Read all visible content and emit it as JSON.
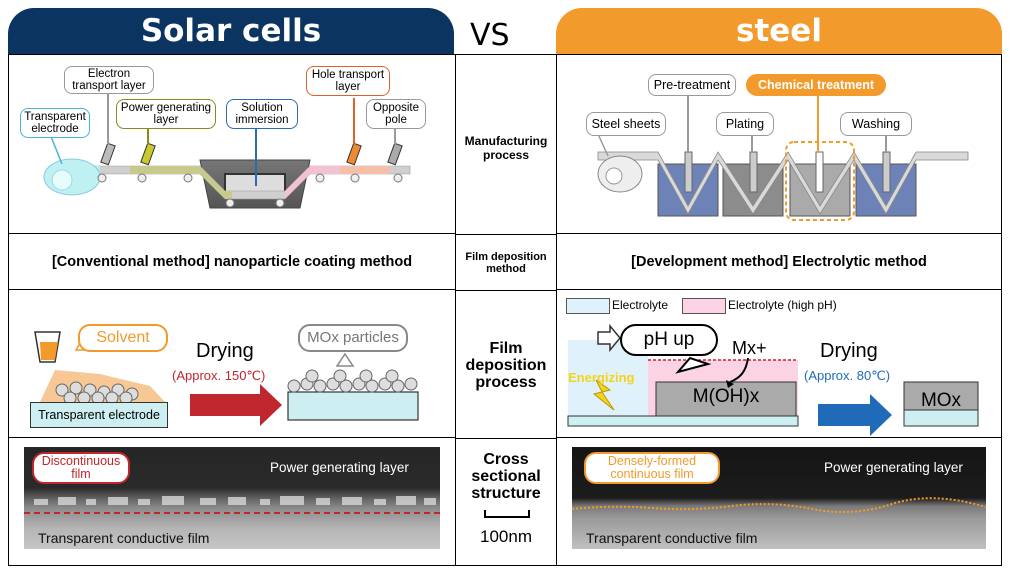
{
  "header": {
    "left_title": "Solar cells",
    "vs": "VS",
    "right_title": "steel",
    "left_color": "#0b3560",
    "right_color": "#f39a2c"
  },
  "rows": {
    "manufacturing": "Manufacturing process",
    "film_method": "Film deposition method",
    "film_process": "Film deposition process",
    "cross_section": "Cross sectional structure",
    "scale": "100nm"
  },
  "solar_manufacturing": {
    "transparent_electrode": "Transparent electrode",
    "electron_transport": "Electron transport layer",
    "power_generating": "Power generating layer",
    "solution_immersion": "Solution immersion",
    "hole_transport": "Hole transport layer",
    "opposite_pole": "Opposite pole"
  },
  "steel_manufacturing": {
    "steel_sheets": "Steel sheets",
    "pre_treatment": "Pre-treatment",
    "chemical_treatment": "Chemical treatment",
    "plating": "Plating",
    "washing": "Washing"
  },
  "methods": {
    "conventional": "[Conventional method] nanoparticle coating method",
    "development": "[Development method] Electrolytic method"
  },
  "solar_process": {
    "solvent": "Solvent",
    "drying": "Drying",
    "drying_temp": "(Approx. 150℃)",
    "particles": "MOx particles",
    "electrode": "Transparent electrode"
  },
  "steel_process": {
    "legend_electrolyte": "Electrolyte",
    "legend_electrolyte_high_ph": "Electrolyte (high pH)",
    "ph_up": "pH up",
    "mx": "Mx+",
    "energizing": "Energizing",
    "moh": "M(OH)x",
    "drying": "Drying",
    "drying_temp": "(Approx. 80℃)",
    "mox": "MOx"
  },
  "cross_section": {
    "left_callout": "Discontinuous film",
    "left_top": "Power generating layer",
    "left_bottom": "Transparent conductive film",
    "right_callout": "Densely-formed continuous film",
    "right_top": "Power generating layer",
    "right_bottom": "Transparent conductive film"
  }
}
